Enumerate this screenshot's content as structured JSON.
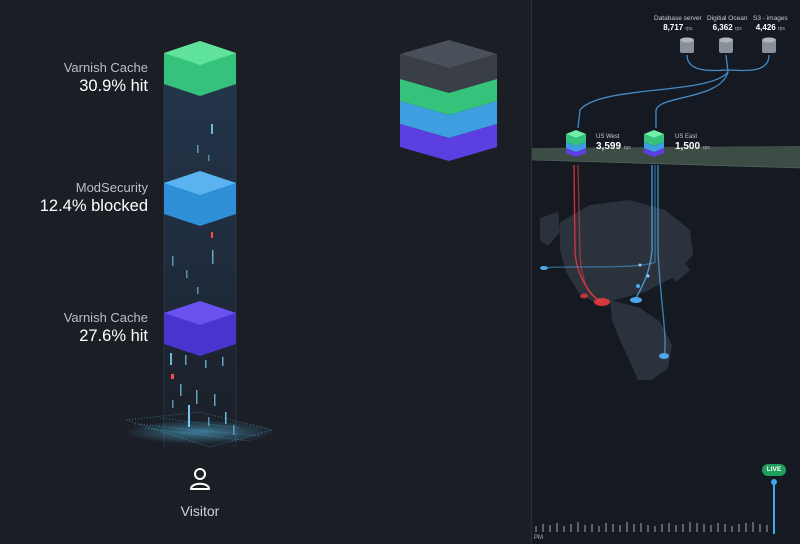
{
  "layers": [
    {
      "name": "Varnish Cache",
      "stat": "30.9% hit",
      "color": "#35c27a"
    },
    {
      "name": "ModSecurity",
      "stat": "12.4% blocked",
      "color": "#3d9fe0"
    },
    {
      "name": "Varnish Cache",
      "stat": "27.6% hit",
      "color": "#5b3fe0"
    }
  ],
  "visitor": {
    "label": "Visitor",
    "icon": "user-icon"
  },
  "stack_colors": [
    "#3a3f47",
    "#35c27a",
    "#3d9fe0",
    "#5b3fe0"
  ],
  "origins": [
    {
      "name": "Database server",
      "value": "8,717",
      "unit": "rps"
    },
    {
      "name": "Digitial Ocean",
      "value": "6,362",
      "unit": "rps"
    },
    {
      "name": "S3 - images",
      "value": "4,426",
      "unit": "rps"
    }
  ],
  "regions": [
    {
      "name": "US West",
      "value": "3,599",
      "unit": "rps"
    },
    {
      "name": "US East",
      "value": "1,500",
      "unit": "rps"
    }
  ],
  "timeline": {
    "live_label": "LIVE",
    "time_label": "PM"
  }
}
